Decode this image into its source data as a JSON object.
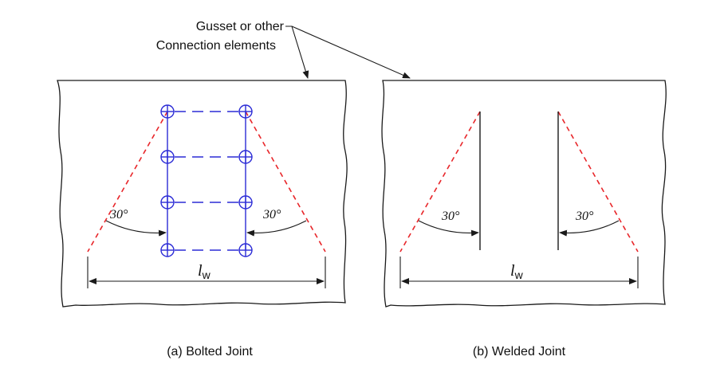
{
  "callout": {
    "line1": "Gusset or other",
    "line2": "Connection elements"
  },
  "panel_a": {
    "caption": "(a) Bolted Joint",
    "angle_left": "30°",
    "angle_right": "30°",
    "length_symbol": "l",
    "length_subscript": "w"
  },
  "panel_b": {
    "caption": "(b) Welded Joint",
    "angle_left": "30°",
    "angle_right": "30°",
    "length_symbol": "l",
    "length_subscript": "w"
  },
  "colors": {
    "outline": "#1a1a1a",
    "dispersion_lines": "#e8262a",
    "bolts": "#2b2bd6"
  }
}
